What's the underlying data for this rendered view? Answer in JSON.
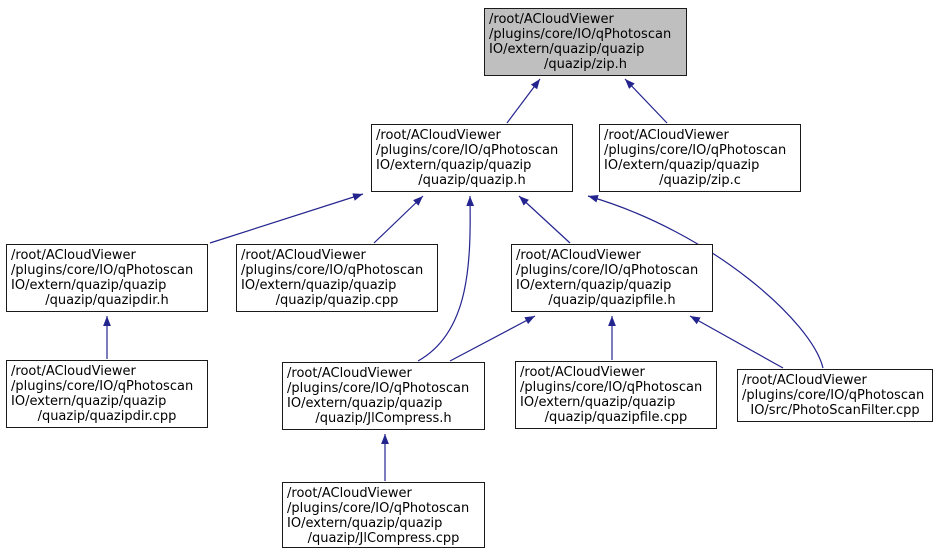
{
  "diagram": {
    "type": "include-dependency-graph",
    "colors": {
      "edge": "#24248f",
      "border": "#1a1a1a",
      "node-fill": "#ffffff",
      "hl-fill": "#bfbfbf"
    },
    "nodes": {
      "zip_h": {
        "highlighted": true,
        "lines": [
          "/root/ACloudViewer",
          "/plugins/core/IO/qPhotoscan",
          "IO/extern/quazip/quazip",
          "/quazip/zip.h"
        ]
      },
      "quazip_h": {
        "highlighted": false,
        "lines": [
          "/root/ACloudViewer",
          "/plugins/core/IO/qPhotoscan",
          "IO/extern/quazip/quazip",
          "/quazip/quazip.h"
        ]
      },
      "zip_c": {
        "highlighted": false,
        "lines": [
          "/root/ACloudViewer",
          "/plugins/core/IO/qPhotoscan",
          "IO/extern/quazip/quazip",
          "/quazip/zip.c"
        ]
      },
      "quazipdir_h": {
        "highlighted": false,
        "lines": [
          "/root/ACloudViewer",
          "/plugins/core/IO/qPhotoscan",
          "IO/extern/quazip/quazip",
          "/quazip/quazipdir.h"
        ]
      },
      "quazip_cpp": {
        "highlighted": false,
        "lines": [
          "/root/ACloudViewer",
          "/plugins/core/IO/qPhotoscan",
          "IO/extern/quazip/quazip",
          "/quazip/quazip.cpp"
        ]
      },
      "quazipfile_h": {
        "highlighted": false,
        "lines": [
          "/root/ACloudViewer",
          "/plugins/core/IO/qPhotoscan",
          "IO/extern/quazip/quazip",
          "/quazip/quazipfile.h"
        ]
      },
      "quazipdir_cpp": {
        "highlighted": false,
        "lines": [
          "/root/ACloudViewer",
          "/plugins/core/IO/qPhotoscan",
          "IO/extern/quazip/quazip",
          "/quazip/quazipdir.cpp"
        ]
      },
      "jlcompress_h": {
        "highlighted": false,
        "lines": [
          "/root/ACloudViewer",
          "/plugins/core/IO/qPhotoscan",
          "IO/extern/quazip/quazip",
          "/quazip/JlCompress.h"
        ]
      },
      "quazipfile_cpp": {
        "highlighted": false,
        "lines": [
          "/root/ACloudViewer",
          "/plugins/core/IO/qPhotoscan",
          "IO/extern/quazip/quazip",
          "/quazip/quazipfile.cpp"
        ]
      },
      "photoscan_cpp": {
        "highlighted": false,
        "lines": [
          "/root/ACloudViewer",
          "/plugins/core/IO/qPhotoscan",
          "IO/src/PhotoScanFilter.cpp"
        ]
      },
      "jlcompress_cpp": {
        "highlighted": false,
        "lines": [
          "/root/ACloudViewer",
          "/plugins/core/IO/qPhotoscan",
          "IO/extern/quazip/quazip",
          "/quazip/JlCompress.cpp"
        ]
      }
    },
    "edges": [
      {
        "from": "quazip_h",
        "to": "zip_h"
      },
      {
        "from": "zip_c",
        "to": "zip_h"
      },
      {
        "from": "quazipdir_h",
        "to": "quazip_h"
      },
      {
        "from": "quazip_cpp",
        "to": "quazip_h"
      },
      {
        "from": "jlcompress_h",
        "to": "quazip_h"
      },
      {
        "from": "quazipfile_h",
        "to": "quazip_h"
      },
      {
        "from": "photoscan_cpp",
        "to": "quazip_h"
      },
      {
        "from": "quazipdir_cpp",
        "to": "quazipdir_h"
      },
      {
        "from": "jlcompress_h",
        "to": "quazipfile_h"
      },
      {
        "from": "quazipfile_cpp",
        "to": "quazipfile_h"
      },
      {
        "from": "photoscan_cpp",
        "to": "quazipfile_h"
      },
      {
        "from": "jlcompress_cpp",
        "to": "jlcompress_h"
      }
    ]
  }
}
